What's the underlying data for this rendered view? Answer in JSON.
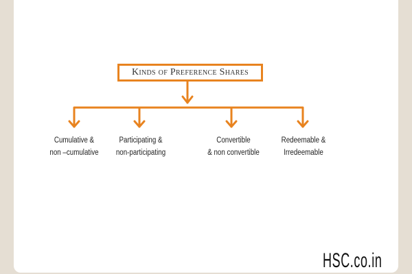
{
  "title": "Kinds of Preference Shares",
  "colors": {
    "accent": "#e8831f",
    "background": "#e5ded3"
  },
  "categories": [
    {
      "line1": "Cumulative &",
      "line2": "non –cumulative"
    },
    {
      "line1": "Participating &",
      "line2": "non-participating"
    },
    {
      "line1": "Convertible",
      "line2": "& non convertible"
    },
    {
      "line1": "Redeemable &",
      "line2": "Irredeemable"
    }
  ],
  "watermark": "HSC.co.in"
}
